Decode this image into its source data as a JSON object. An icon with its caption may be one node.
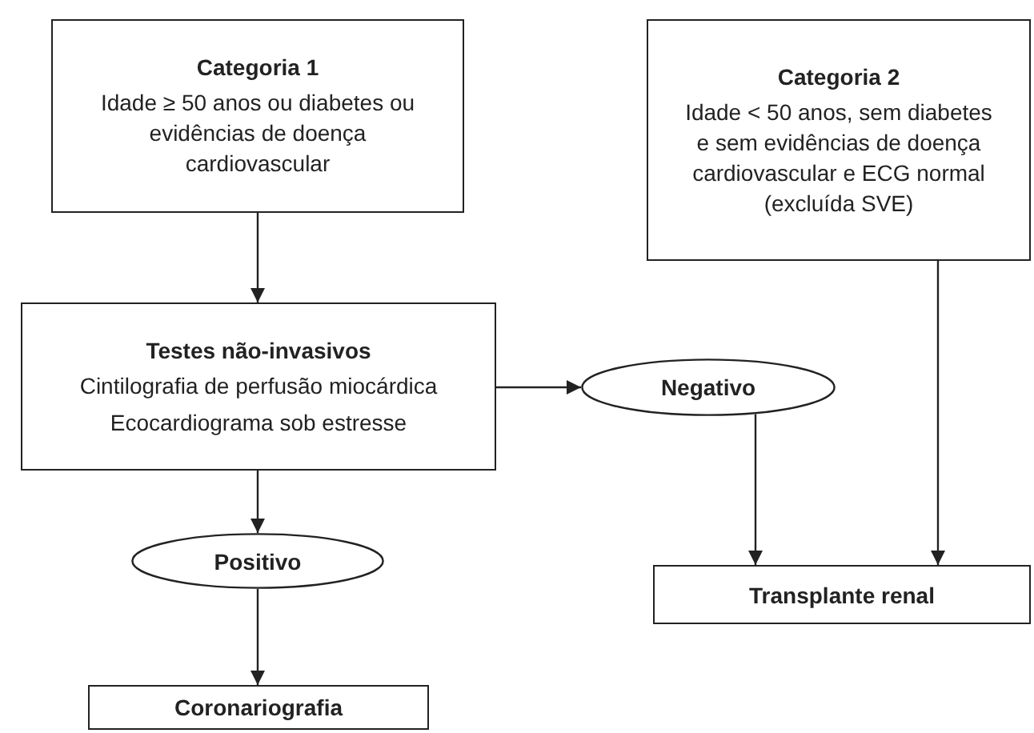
{
  "diagram": {
    "nodes": [
      {
        "text": [
          "Categoria 1",
          "Idade ≥ 50 anos ou diabetes ou evidências de doença cardiovascular"
        ]
      },
      {
        "text": [
          "Categoria 2",
          "Idade < 50 anos, sem diabetes e sem evidências de doença cardiovascular e ECG normal (excluída SVE)"
        ]
      },
      {
        "text": [
          "Testes não-invasivos",
          "Cintilografia de perfusão miocárdica",
          "Ecocardiograma sob estresse"
        ]
      },
      {
        "text": [
          "Negativo"
        ]
      },
      {
        "text": [
          "Positivo"
        ]
      },
      {
        "text": [
          "Transplante renal"
        ]
      },
      {
        "text": [
          "Coronariografia"
        ]
      }
    ],
    "edges": [
      {
        "from": 0,
        "to": 2,
        "arrow": "to"
      },
      {
        "from": 2,
        "to": 3,
        "arrow": "to"
      },
      {
        "from": 2,
        "to": 4,
        "arrow": "to"
      },
      {
        "from": 4,
        "to": 6,
        "arrow": "to"
      },
      {
        "from": 3,
        "to": 5,
        "arrow": "to"
      },
      {
        "from": 1,
        "to": 5,
        "arrow": "to"
      }
    ]
  }
}
